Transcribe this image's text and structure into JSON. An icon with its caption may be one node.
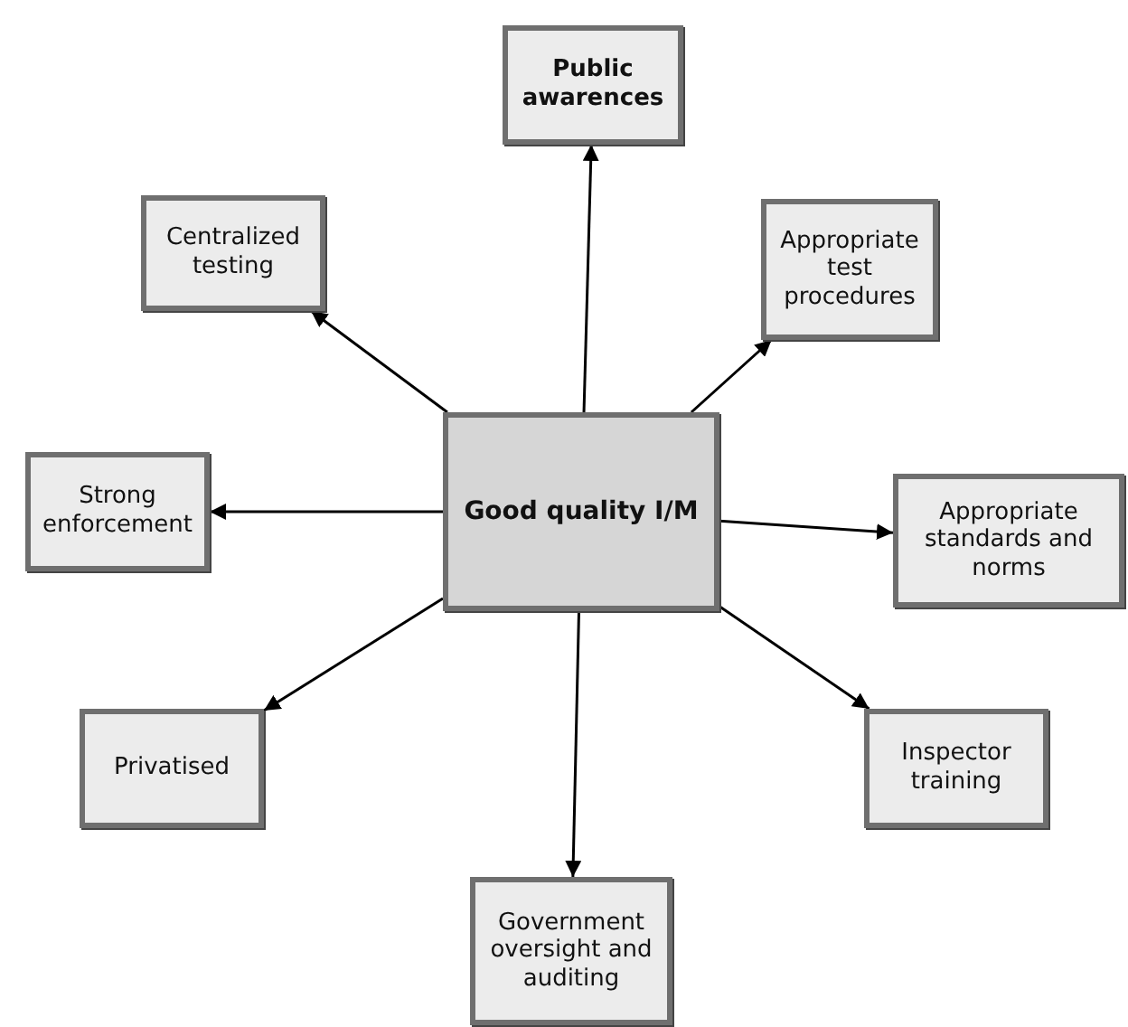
{
  "diagram": {
    "nodes": [
      {
        "text": [
          "Public awarences"
        ]
      },
      {
        "text": [
          "Centralized testing"
        ]
      },
      {
        "text": [
          "Appropriate test procedures"
        ]
      },
      {
        "text": [
          "Strong enforcement"
        ]
      },
      {
        "text": [
          "Good quality I/M"
        ]
      },
      {
        "text": [
          "Appropriate standards and norms"
        ]
      },
      {
        "text": [
          "Privatised"
        ]
      },
      {
        "text": [
          "Inspector training"
        ]
      },
      {
        "text": [
          "Government oversight and auditing"
        ]
      }
    ],
    "edges": [
      {
        "from": 4,
        "to": 0,
        "arrow": "to"
      },
      {
        "from": 4,
        "to": 1,
        "arrow": "to"
      },
      {
        "from": 4,
        "to": 2,
        "arrow": "to"
      },
      {
        "from": 4,
        "to": 3,
        "arrow": "to"
      },
      {
        "from": 4,
        "to": 5,
        "arrow": "to"
      },
      {
        "from": 4,
        "to": 6,
        "arrow": "to"
      },
      {
        "from": 4,
        "to": 7,
        "arrow": "to"
      },
      {
        "from": 4,
        "to": 8,
        "arrow": "to"
      }
    ]
  }
}
